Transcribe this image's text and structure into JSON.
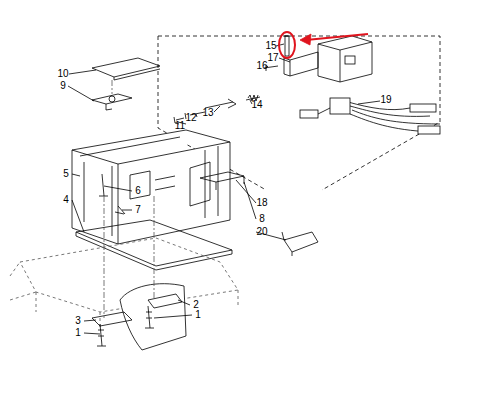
{
  "diagram": {
    "labels": [
      "15",
      "17",
      "16",
      "10",
      "9",
      "14",
      "13",
      "12",
      "11",
      "19",
      "5",
      "6",
      "7",
      "18",
      "8",
      "20",
      "4",
      "2",
      "3",
      "1",
      "1"
    ]
  }
}
